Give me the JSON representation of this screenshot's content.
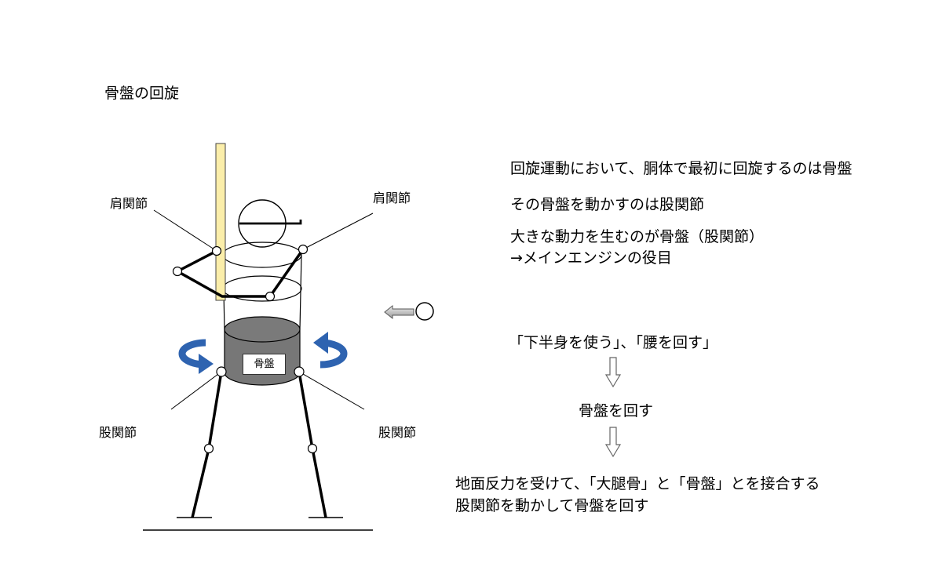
{
  "title": "骨盤の回旋",
  "labels": {
    "shoulder_left": "肩関節",
    "shoulder_right": "肩関節",
    "hip_left": "股関節",
    "hip_right": "股関節",
    "pelvis": "骨盤"
  },
  "notes": {
    "line1": "回旋運動において、胴体で最初に回旋するのは骨盤",
    "line2": "その骨盤を動かすのは股関節",
    "line3": "大きな動力を生むのが骨盤（股関節）",
    "line4": "→メインエンジンの役目"
  },
  "flow": {
    "step1": "「下半身を使う」、「腰を回す」",
    "step2": "骨盤を回す",
    "step3_line1": "地面反力を受けて、「大腿骨」と「骨盤」とを接合する",
    "step3_line2": "股関節を動かして骨盤を回す"
  },
  "colors": {
    "bat": "#fbeeaa",
    "pelvis": "#777777",
    "rotation_arrow": "#2e63b0"
  }
}
